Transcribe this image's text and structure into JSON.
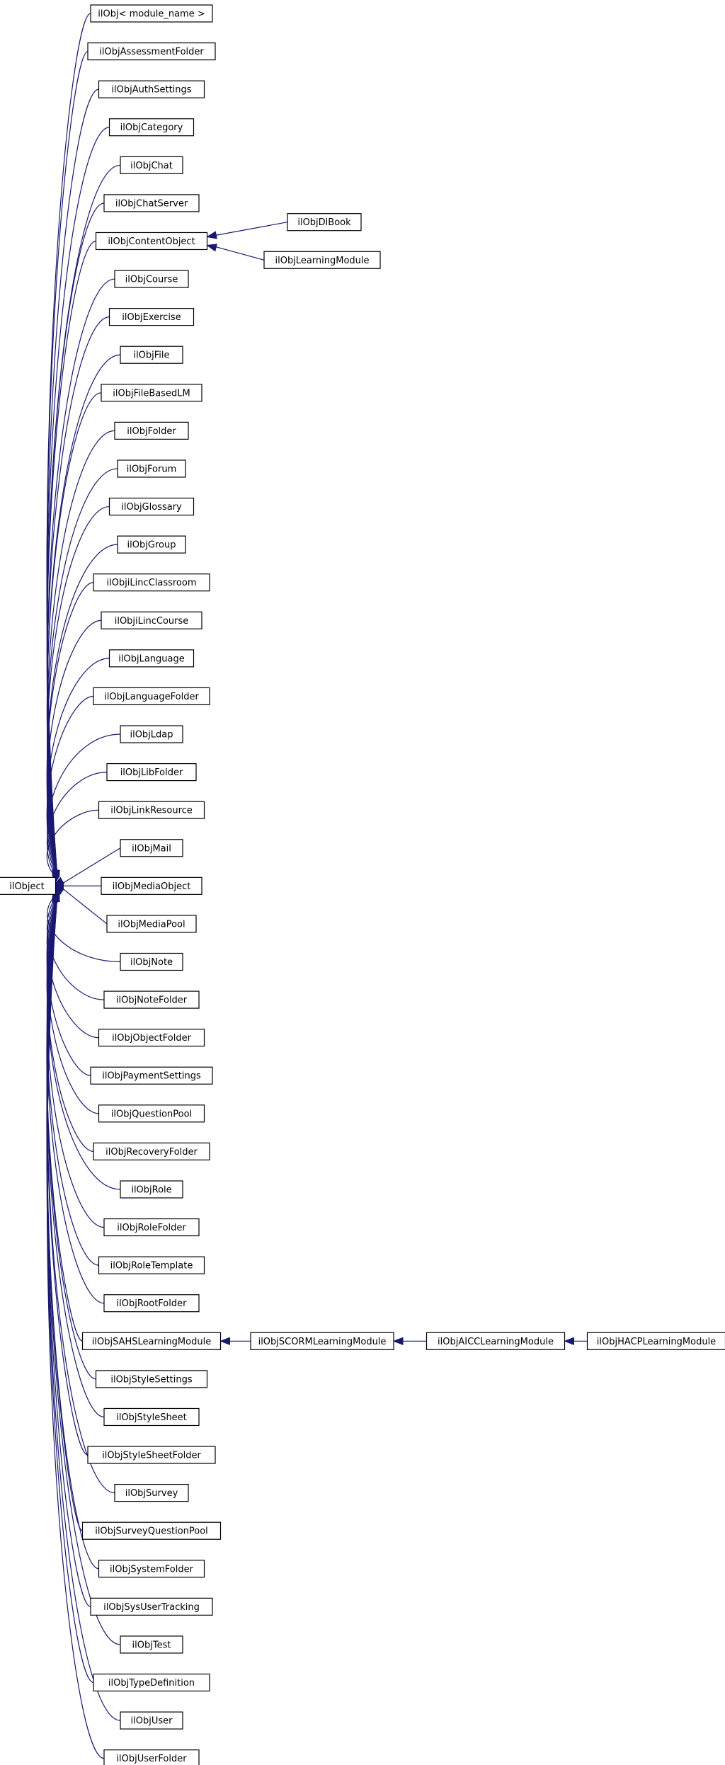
{
  "root_class": "ilObject",
  "subclasses": [
    "ilObj< module_name >",
    "ilObjAssessmentFolder",
    "ilObjAuthSettings",
    "ilObjCategory",
    "ilObjChat",
    "ilObjChatServer",
    "ilObjContentObject",
    "ilObjCourse",
    "ilObjExercise",
    "ilObjFile",
    "ilObjFileBasedLM",
    "ilObjFolder",
    "ilObjForum",
    "ilObjGlossary",
    "ilObjGroup",
    "ilObjiLincClassroom",
    "ilObjiLincCourse",
    "ilObjLanguage",
    "ilObjLanguageFolder",
    "ilObjLdap",
    "ilObjLibFolder",
    "ilObjLinkResource",
    "ilObjMail",
    "ilObjMediaObject",
    "ilObjMediaPool",
    "ilObjNote",
    "ilObjNoteFolder",
    "ilObjObjectFolder",
    "ilObjPaymentSettings",
    "ilObjQuestionPool",
    "ilObjRecoveryFolder",
    "ilObjRole",
    "ilObjRoleFolder",
    "ilObjRoleTemplate",
    "ilObjRootFolder",
    "ilObjSAHSLearningModule",
    "ilObjStyleSettings",
    "ilObjStyleSheet",
    "ilObjStyleSheetFolder",
    "ilObjSurvey",
    "ilObjSurveyQuestionPool",
    "ilObjSystemFolder",
    "ilObjSysUserTracking",
    "ilObjTest",
    "ilObjTypeDefinition",
    "ilObjUser",
    "ilObjUserFolder"
  ],
  "content_object_children": [
    "ilObjDlBook",
    "ilObjLearningModule"
  ],
  "sahs_chain": [
    "ilObjSCORMLearningModule",
    "ilObjAICCLearningModule",
    "ilObjHACPLearningModule"
  ],
  "colors": {
    "edge": "#191970",
    "node_border": "#000000",
    "node_fill": "#ffffff"
  }
}
